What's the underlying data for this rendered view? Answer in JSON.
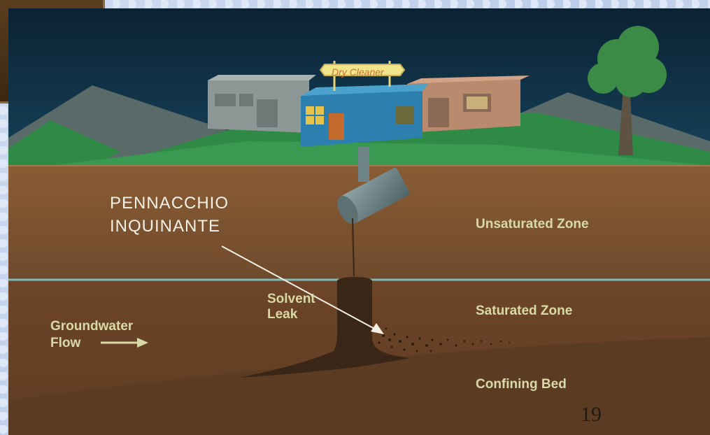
{
  "annotation": {
    "line1": "PENNACCHIO",
    "line2": "INQUINANTE"
  },
  "sign": {
    "text": "Dry Cleaner"
  },
  "zones": {
    "unsaturated": "Unsaturated Zone",
    "saturated": "Saturated Zone",
    "confining": "Confining Bed"
  },
  "labels": {
    "solvent_line1": "Solvent",
    "solvent_line2": "Leak",
    "groundwater_line1": "Groundwater",
    "groundwater_line2": "Flow"
  },
  "page_number": "19",
  "colors": {
    "sky": "#0f2a3c",
    "grass": "#2f8a45",
    "soil_unsaturated": "#7a5230",
    "soil_saturated": "#6a4428",
    "confining_bed": "#5b3c22",
    "water_table": "#7fb8b8",
    "solvent": "#3a2616"
  }
}
